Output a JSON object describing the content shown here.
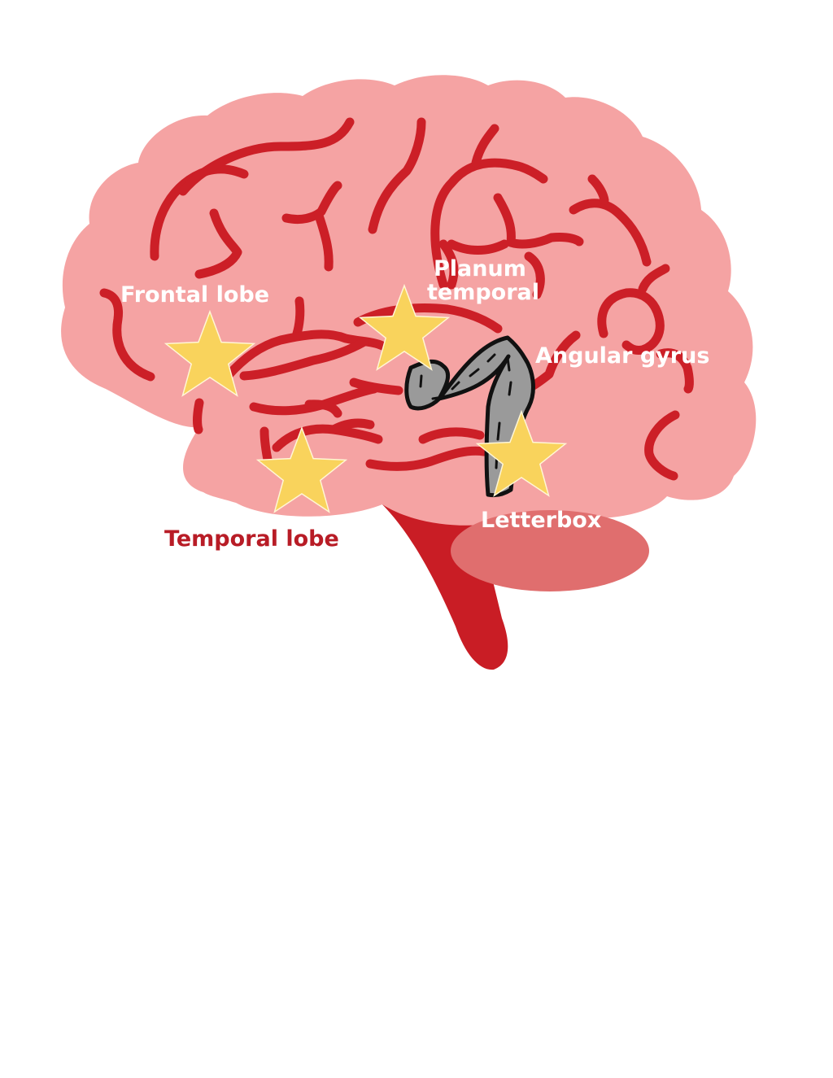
{
  "labels": {
    "frontal_lobe": "Frontal lobe",
    "planum_temporal_line1": "Planum",
    "planum_temporal_line2": "temporal",
    "angular_gyrus": "Angular gyrus",
    "temporal_lobe": "Temporal lobe",
    "letterbox": "Letterbox"
  },
  "colors": {
    "brain_fill": "#f5a3a3",
    "sulcus": "#cc1f27",
    "brainstem": "#c91d25",
    "cerebellum": "#e06e6e",
    "star": "#f9d35c",
    "pathway": "#9a9a9a",
    "label_white": "#ffffff",
    "label_red": "#b81c26"
  },
  "icons": [
    "star-icon",
    "star-icon",
    "star-icon",
    "star-icon",
    "pathway-arrow"
  ]
}
